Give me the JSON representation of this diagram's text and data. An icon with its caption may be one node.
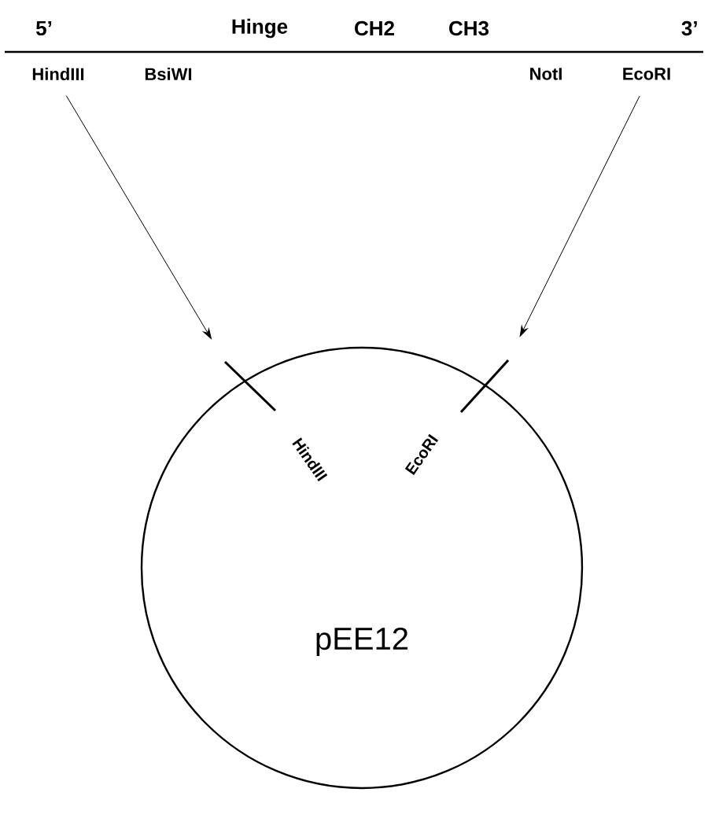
{
  "diagram": {
    "nodes": [
      {
        "text": [
          "HindIII"
        ]
      },
      {
        "text": [
          "EcoRI"
        ]
      },
      {
        "text": [
          "pEE12"
        ]
      },
      {
        "text": [],
        "shape": "bar",
        "beside": [
          "HindIII"
        ],
        "in": 2
      },
      {
        "text": [],
        "shape": "bar",
        "beside": [
          "EcoRI"
        ],
        "in": 2
      }
    ],
    "edges": [
      {
        "from": 0,
        "to": 3,
        "arrow": "to"
      },
      {
        "from": 1,
        "to": 4,
        "arrow": "to"
      }
    ],
    "labels": [
      "5’",
      "Hinge",
      "CH2",
      "CH3",
      "3’",
      "BsiWI",
      "NotI"
    ]
  }
}
